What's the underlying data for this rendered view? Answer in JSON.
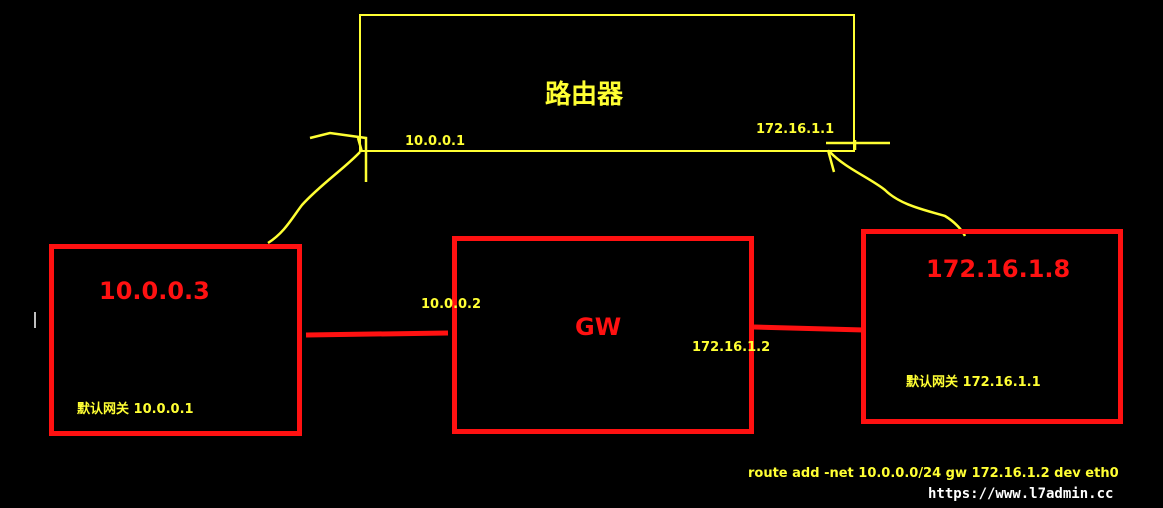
{
  "colors": {
    "background": "#000000",
    "router": "#ffff33",
    "host": "#ff1111",
    "watermark": "#ffffff"
  },
  "router": {
    "label": "路由器",
    "left_port_ip": "10.0.0.1",
    "right_port_ip": "172.16.1.1"
  },
  "host_a": {
    "ip": "10.0.0.3",
    "gateway": "默认网关 10.0.0.1"
  },
  "gw": {
    "label": "GW",
    "left_ip": "10.0.0.2",
    "right_ip": "172.16.1.2"
  },
  "host_b": {
    "ip": "172.16.1.8",
    "gateway": "默认网关 172.16.1.1"
  },
  "command": "route add -net 10.0.0.0/24 gw  172.16.1.2 dev eth0",
  "watermark": "https://www.l7admin.cc"
}
